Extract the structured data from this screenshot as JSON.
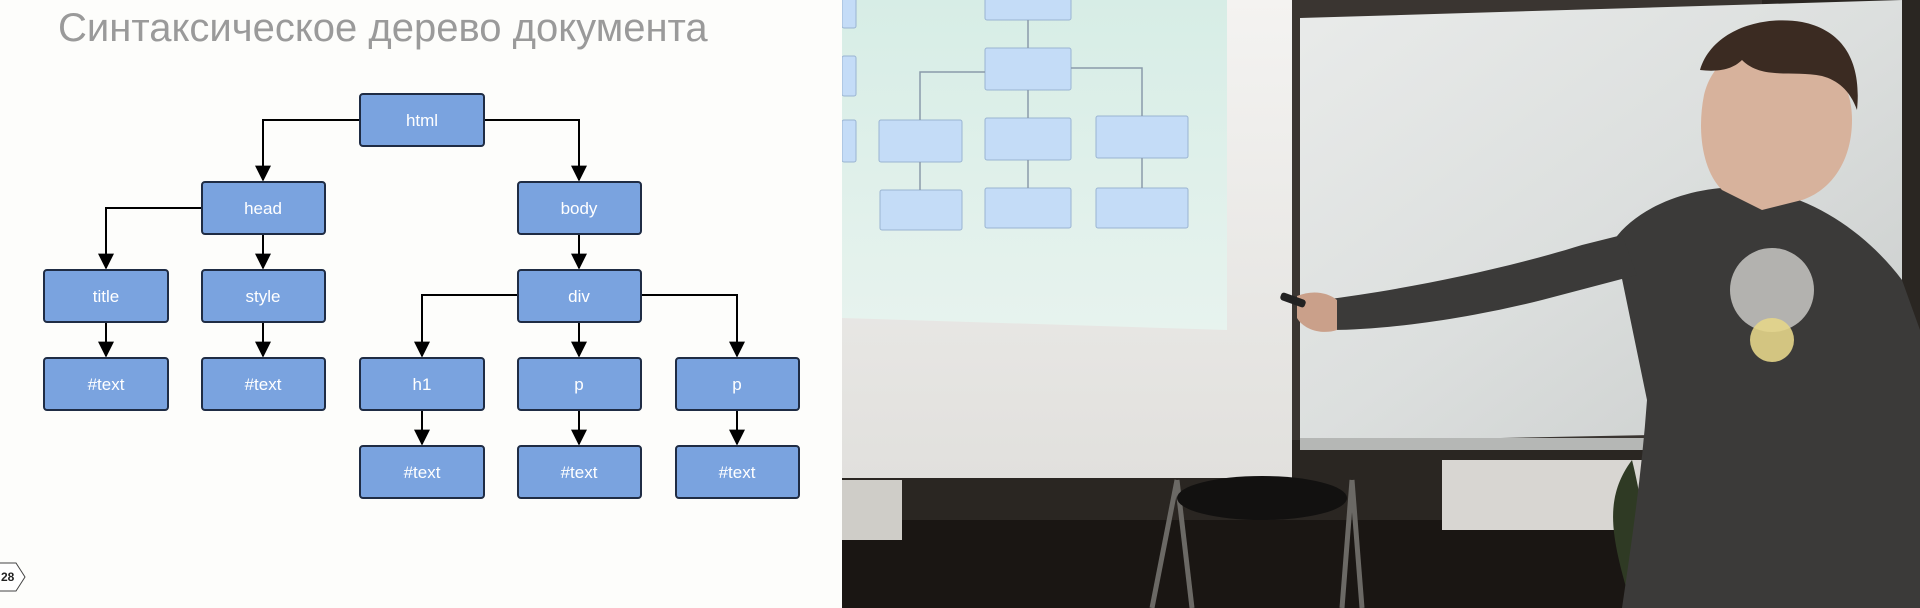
{
  "slide": {
    "title": "Синтаксическое дерево документа",
    "page_number": "28"
  },
  "tree": {
    "html": "html",
    "head": "head",
    "body": "body",
    "title": "title",
    "style": "style",
    "div": "div",
    "title_text": "#text",
    "style_text": "#text",
    "h1": "h1",
    "p1": "p",
    "p2": "p",
    "h1_text": "#text",
    "p1_text": "#text",
    "p2_text": "#text"
  },
  "colors": {
    "node_fill": "#7aa3df",
    "node_border": "#1f2c44",
    "title_gray": "#9a9a9a",
    "projection_bg": "#dcefe8",
    "projected_node": "#c4dcf7"
  }
}
